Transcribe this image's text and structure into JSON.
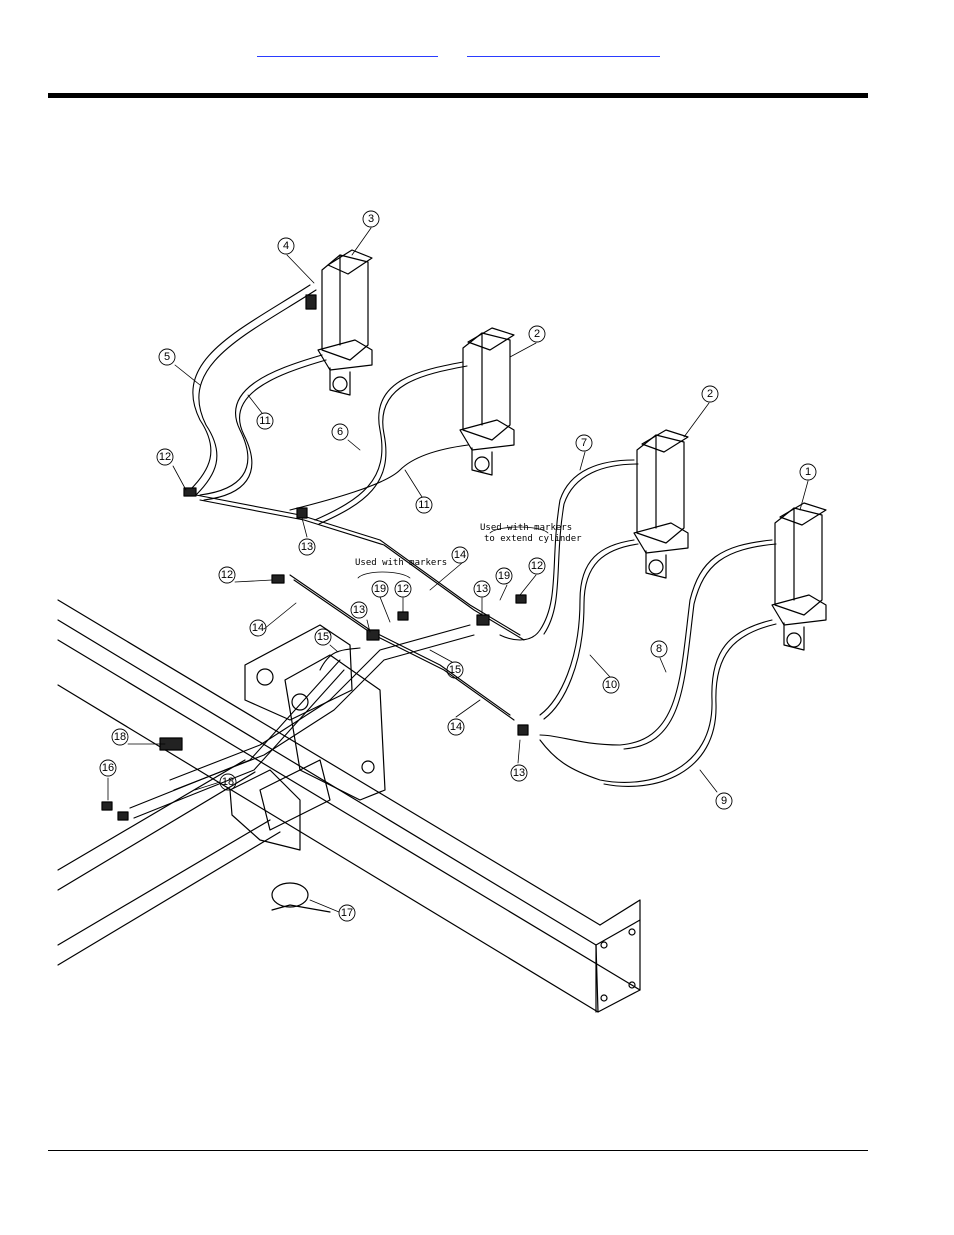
{
  "header": {
    "link_left": "",
    "link_right": ""
  },
  "diagram": {
    "callouts": [
      {
        "id": "c3",
        "label": "3"
      },
      {
        "id": "c4",
        "label": "4"
      },
      {
        "id": "c2a",
        "label": "2"
      },
      {
        "id": "c2b",
        "label": "2"
      },
      {
        "id": "c1",
        "label": "1"
      },
      {
        "id": "c5",
        "label": "5"
      },
      {
        "id": "c11a",
        "label": "11"
      },
      {
        "id": "c6",
        "label": "6"
      },
      {
        "id": "c11b",
        "label": "11"
      },
      {
        "id": "c7",
        "label": "7"
      },
      {
        "id": "c12a",
        "label": "12"
      },
      {
        "id": "c13a",
        "label": "13"
      },
      {
        "id": "c12b",
        "label": "12"
      },
      {
        "id": "c14a",
        "label": "14"
      },
      {
        "id": "c19a",
        "label": "19"
      },
      {
        "id": "c12c",
        "label": "12"
      },
      {
        "id": "c13b",
        "label": "13"
      },
      {
        "id": "c19b",
        "label": "19"
      },
      {
        "id": "c12d",
        "label": "12"
      },
      {
        "id": "c14b",
        "label": "14"
      },
      {
        "id": "c13c",
        "label": "13"
      },
      {
        "id": "c15a",
        "label": "15"
      },
      {
        "id": "c15b",
        "label": "15"
      },
      {
        "id": "c10",
        "label": "10"
      },
      {
        "id": "c8",
        "label": "8"
      },
      {
        "id": "c14c",
        "label": "14"
      },
      {
        "id": "c18a",
        "label": "18"
      },
      {
        "id": "c16",
        "label": "16"
      },
      {
        "id": "c18b",
        "label": "18"
      },
      {
        "id": "c13d",
        "label": "13"
      },
      {
        "id": "c9",
        "label": "9"
      },
      {
        "id": "c17",
        "label": "17"
      }
    ],
    "notes": {
      "markers": "Used with markers",
      "extend_line1": "Used with markers",
      "extend_line2": "to extend cylinder"
    }
  }
}
